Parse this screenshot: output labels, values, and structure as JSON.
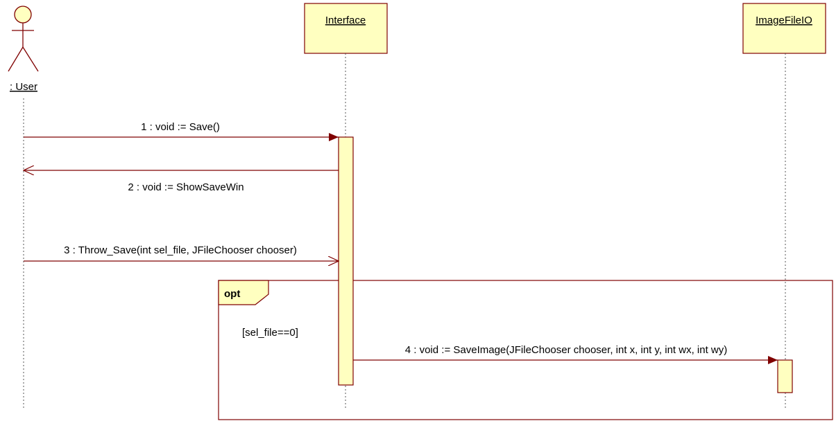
{
  "actors": {
    "user": {
      "label": ": User"
    }
  },
  "objects": {
    "interface": {
      "label": "Interface"
    },
    "imagefileio": {
      "label": "ImageFileIO"
    }
  },
  "messages": [
    {
      "label": "1 : void := Save()"
    },
    {
      "label": "2 : void := ShowSaveWin"
    },
    {
      "label": "3 : Throw_Save(int sel_file, JFileChooser chooser)"
    },
    {
      "label": "4 : void := SaveImage(JFileChooser chooser, int x, int y, int wx, int wy)"
    }
  ],
  "fragment": {
    "operator": "opt",
    "guard": "[sel_file==0]"
  },
  "colors": {
    "line": "#7f0000",
    "box_fill": "#ffffc0",
    "box_border": "#7f0000",
    "lifeline": "#555555"
  }
}
